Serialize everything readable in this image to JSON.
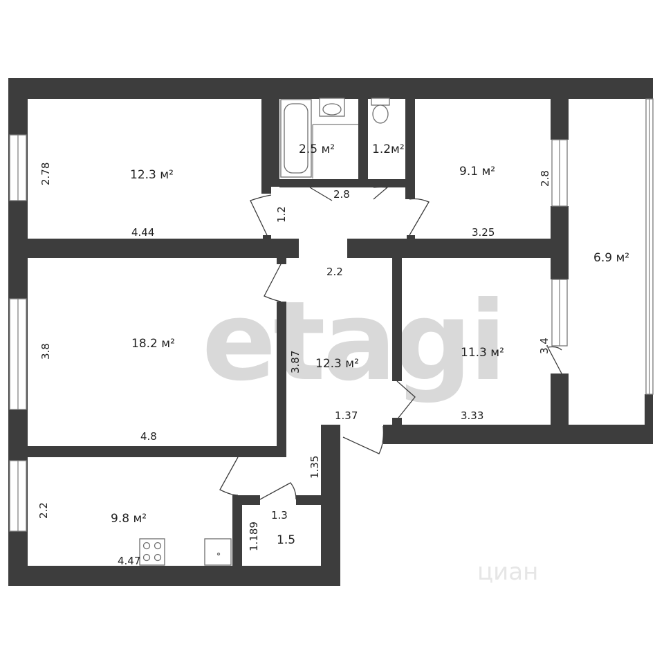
{
  "watermarks": {
    "brand": "etagi",
    "site": "циан"
  },
  "rooms": [
    {
      "id": "room-top-left",
      "area": "12.3 м²"
    },
    {
      "id": "bathroom",
      "area": "2.5 м²"
    },
    {
      "id": "toilet",
      "area": "1.2м²"
    },
    {
      "id": "room-top-right",
      "area": "9.1 м²"
    },
    {
      "id": "loggia",
      "area": "6.9 м²"
    },
    {
      "id": "living-room",
      "area": "18.2 м²"
    },
    {
      "id": "hallway",
      "area": "12.3 м²"
    },
    {
      "id": "room-mid-right",
      "area": "11.3 м²"
    },
    {
      "id": "kitchen",
      "area": "9.8 м²"
    },
    {
      "id": "closet",
      "area": "1.5"
    }
  ],
  "dimensions": {
    "top_left_height": "2.78",
    "top_left_width": "4.44",
    "corridor_height": "1.2",
    "corridor_width": "2.8",
    "top_right_height": "2.8",
    "top_right_width": "3.25",
    "hall_top_width": "2.2",
    "living_height": "3.8",
    "living_width": "4.8",
    "hall_height": "3.87",
    "hall_bottom_width": "1.37",
    "mid_right_height": "3.4",
    "mid_right_width": "3.33",
    "passage_height": "1.35",
    "kitchen_height": "2.2",
    "kitchen_width": "4.47",
    "closet_width": "1.3",
    "closet_height": "1.189"
  },
  "fixtures": [
    "bathtub",
    "sink",
    "toilet",
    "stove",
    "kitchen-sink"
  ]
}
